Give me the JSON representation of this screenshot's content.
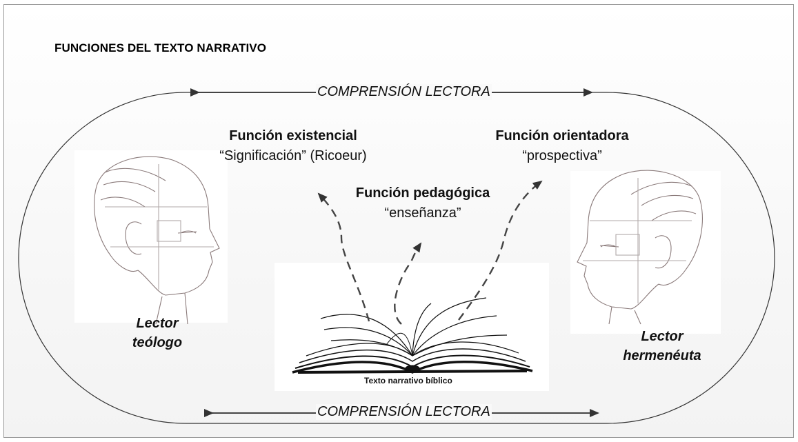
{
  "title": "FUNCIONES DEL TEXTO NARRATIVO",
  "comprension_top": "COMPRENSIÓN LECTORA",
  "comprension_bottom": "COMPRENSIÓN LECTORA",
  "funciones": {
    "existencial": {
      "title": "Función  existencial",
      "subtitle": "“Significación” (Ricoeur)"
    },
    "pedagogica": {
      "title": "Función  pedagógica",
      "subtitle": "“enseñanza”"
    },
    "orientadora": {
      "title": "Función orientadora",
      "subtitle": "“prospectiva”"
    }
  },
  "readers": {
    "left": {
      "line1": "Lector",
      "line2": "teólogo"
    },
    "right": {
      "line1": "Lector",
      "line2": "hermenéuta"
    }
  },
  "book_caption": "Texto narrativo bíblico",
  "icons": [
    "head-sketch-left-icon",
    "head-sketch-right-icon",
    "open-book-icon"
  ]
}
